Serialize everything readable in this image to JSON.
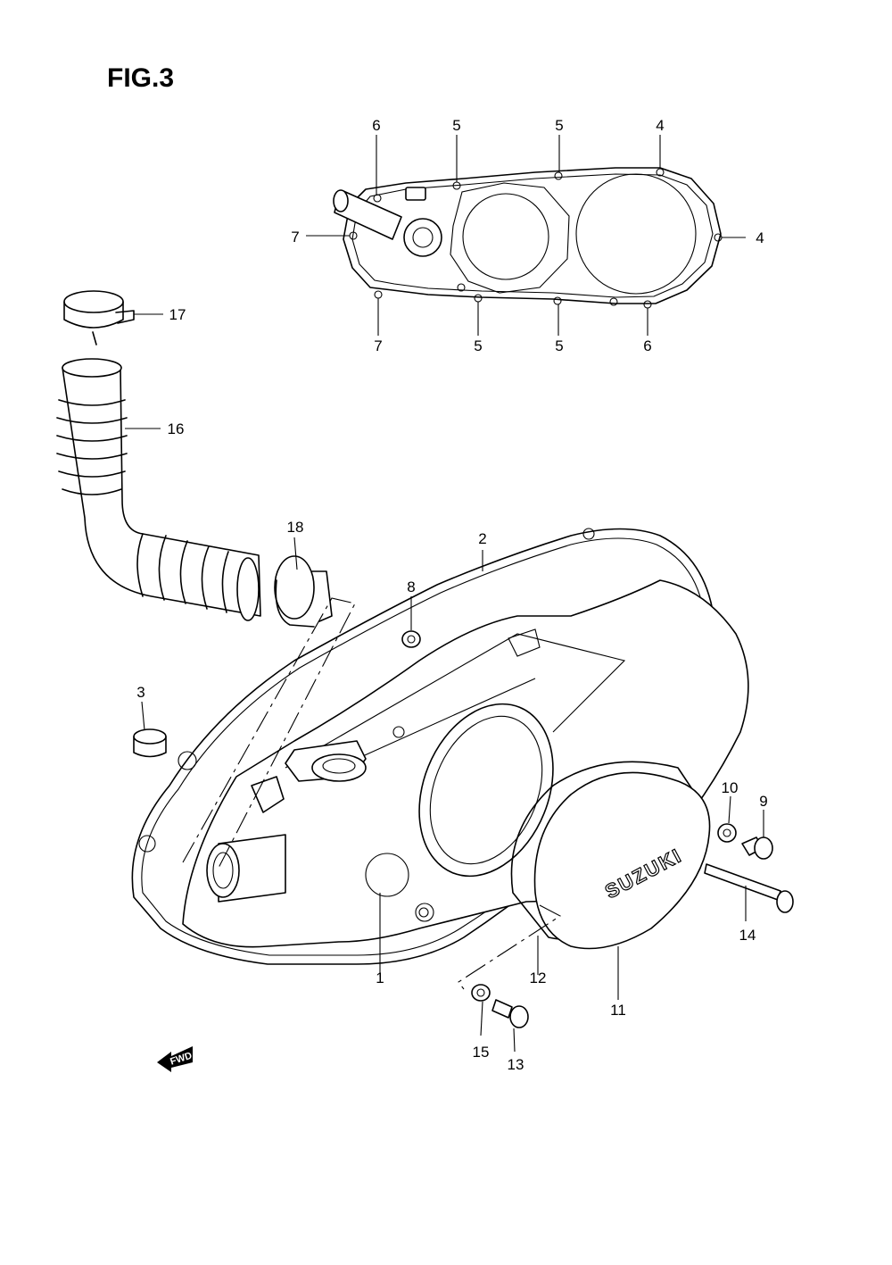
{
  "figure": {
    "title": "FIG.3"
  },
  "logo_text": "SUZUKI",
  "fwd_label": "FWD",
  "callouts": {
    "c1": "1",
    "c2": "2",
    "c3": "3",
    "c4a": "4",
    "c4b": "4",
    "c5a": "5",
    "c5b": "5",
    "c5c": "5",
    "c5d": "5",
    "c6a": "6",
    "c6b": "6",
    "c7a": "7",
    "c7b": "7",
    "c8": "8",
    "c9": "9",
    "c10": "10",
    "c11": "11",
    "c12": "12",
    "c13": "13",
    "c14": "14",
    "c15": "15",
    "c16": "16",
    "c17": "17",
    "c18": "18"
  }
}
